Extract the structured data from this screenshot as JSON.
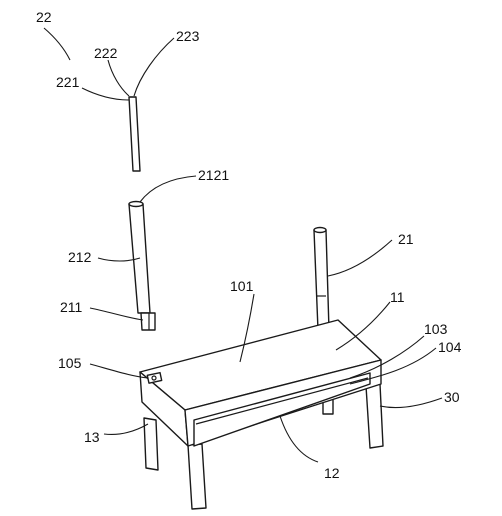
{
  "labels": {
    "l22": "22",
    "l222": "222",
    "l223": "223",
    "l221": "221",
    "l2121": "2121",
    "l212": "212",
    "l211": "211",
    "l21": "21",
    "l101": "101",
    "l11": "11",
    "l103": "103",
    "l104": "104",
    "l105": "105",
    "l30": "30",
    "l13": "13",
    "l12": "12"
  }
}
